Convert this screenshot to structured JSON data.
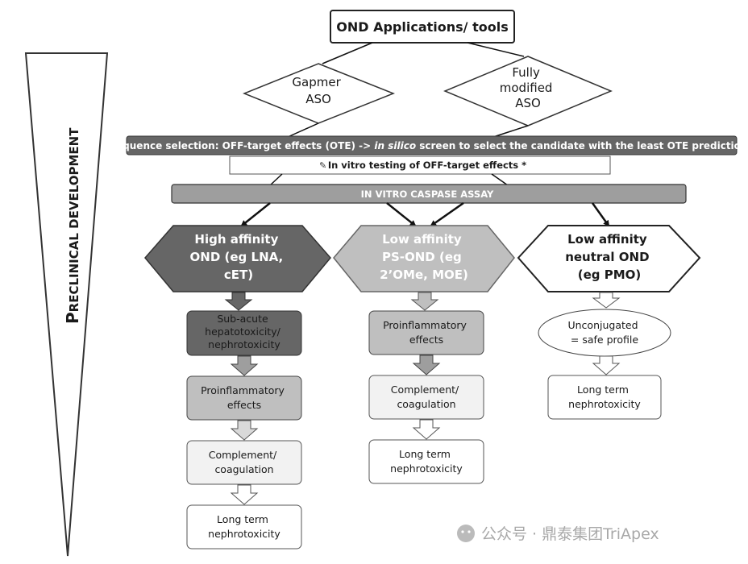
{
  "title": "OND Applications/ tools",
  "side_label": {
    "first": "P",
    "rest": "RECLINICAL DEVELOPMENT"
  },
  "diamonds": {
    "gapmer": [
      "Gapmer",
      "ASO"
    ],
    "fully_modified": [
      "Fully",
      "modified",
      "ASO"
    ]
  },
  "bars": {
    "sequence_selection": {
      "prefix": "Sequence selection: OFF-target effects (OTE) -> ",
      "italic": "in silico",
      "suffix": " screen to select the candidate with the least OTE predictions"
    },
    "in_vitro_testing": "In vitro testing of OFF-target effects *",
    "caspase": "IN VITRO CASPASE ASSAY"
  },
  "columns": {
    "high": {
      "header": [
        "High affinity",
        "OND (eg LNA,",
        "cET)"
      ],
      "boxes": [
        [
          "Sub-acute",
          "hepatotoxicity/",
          "nephrotoxicity"
        ],
        [
          "Proinflammatory",
          "effects"
        ],
        [
          "Complement/",
          "coagulation"
        ],
        [
          "Long term",
          "nephrotoxicity"
        ]
      ]
    },
    "low_ps": {
      "header": [
        "Low affinity",
        "PS-OND (eg",
        "2’OMe, MOE)"
      ],
      "boxes": [
        [
          "Proinflammatory",
          "effects"
        ],
        [
          "Complement/",
          "coagulation"
        ],
        [
          "Long term",
          "nephrotoxicity"
        ]
      ]
    },
    "neutral": {
      "header": [
        "Low affinity",
        "neutral OND",
        "(eg PMO)"
      ],
      "ellipse": [
        "Unconjugated",
        "= safe profile"
      ],
      "boxes": [
        [
          "Long term",
          "nephrotoxicity"
        ]
      ]
    }
  },
  "watermark": "公众号 · 鼎泰集团TriApex",
  "colors": {
    "dark": "#666666",
    "mid": "#9e9e9e",
    "light": "#bfbfbf",
    "lighter": "#d9d9d9",
    "pale": "#f2f2f2",
    "white": "#ffffff",
    "stroke": "#333333"
  }
}
